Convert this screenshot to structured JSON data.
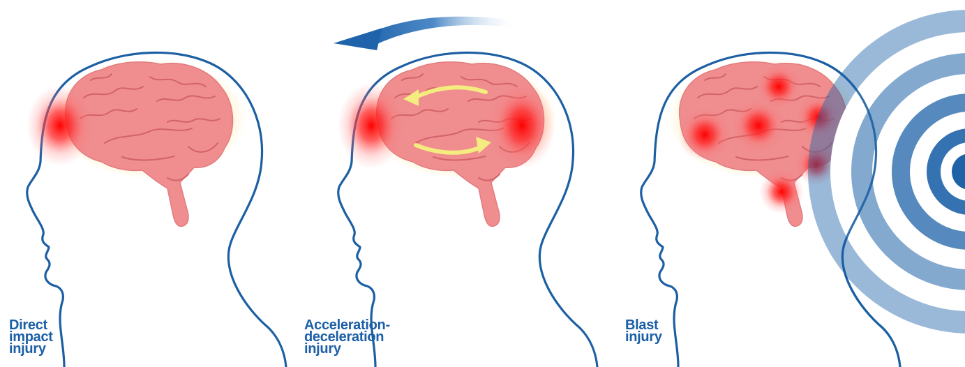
{
  "panels": [
    {
      "id": "direct-impact",
      "label_lines": [
        "Direct",
        "impact",
        "injury"
      ]
    },
    {
      "id": "acceleration-deceleration",
      "label_lines": [
        "Acceleration-",
        "deceleration",
        "injury"
      ]
    },
    {
      "id": "blast",
      "label_lines": [
        "Blast",
        "injury"
      ]
    }
  ],
  "colors": {
    "outline": "#1c5fa3",
    "brain_fill": "#ef8d8f",
    "brain_fold": "#c9565c",
    "glow": "#fff2c4",
    "hotspot": "#ff1a1a",
    "motion_arrow": "#f4ec7e",
    "movement_arrow": "#1f63ab",
    "blast_wave": "#1e63a8",
    "label": "#1b5fa6"
  },
  "icons": [
    "head-outline-icon",
    "brain-icon",
    "hotspot-icon",
    "rotation-arrow-icon",
    "movement-arrow-icon",
    "blast-wave-icon"
  ]
}
